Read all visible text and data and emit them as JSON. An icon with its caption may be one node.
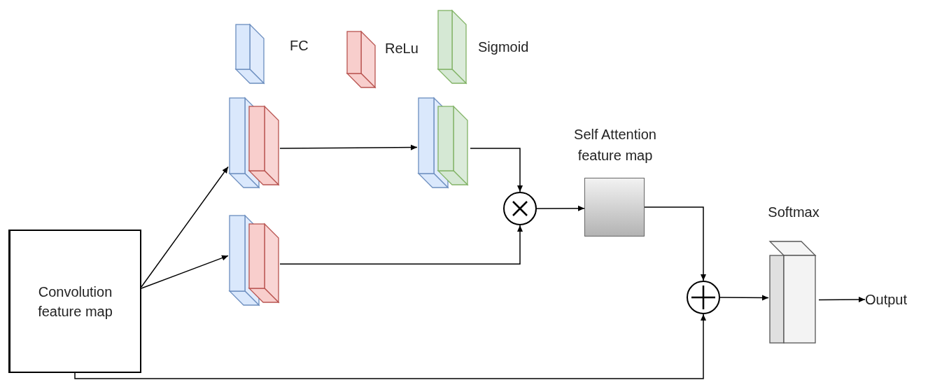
{
  "diagram": {
    "nodes": [
      {
        "text": [
          "Convolution feature map"
        ]
      },
      {
        "text": [],
        "shape": "box"
      },
      {
        "text": [],
        "shape": "box"
      },
      {
        "text": [],
        "shape": "box"
      },
      {
        "text": [],
        "shape": "circle"
      },
      {
        "text": [
          "Self Attention feature map"
        ]
      },
      {
        "text": [],
        "shape": "circle"
      },
      {
        "text": [
          "Softmax"
        ]
      },
      {
        "text": [
          "Output"
        ]
      }
    ],
    "edges": [
      {
        "from": 0,
        "to": 1,
        "arrow": "to"
      },
      {
        "from": 0,
        "to": 2,
        "arrow": "to"
      },
      {
        "from": 1,
        "to": 3,
        "arrow": "to"
      },
      {
        "from": 3,
        "to": 4,
        "arrow": "to"
      },
      {
        "from": 2,
        "to": 4,
        "arrow": "to"
      },
      {
        "from": 4,
        "to": 5,
        "arrow": "to"
      },
      {
        "from": 5,
        "to": 6,
        "arrow": "to"
      },
      {
        "from": 0,
        "to": 6,
        "arrow": "to"
      },
      {
        "from": 6,
        "to": 7,
        "arrow": "to"
      },
      {
        "from": 7,
        "to": 8,
        "arrow": "to"
      }
    ],
    "legend": [
      {
        "text": "FC",
        "color": "#dae8fc"
      },
      {
        "text": "ReLu",
        "color": "#f8cecc"
      },
      {
        "text": "Sigmoid",
        "color": "#d5e8d4"
      }
    ]
  }
}
